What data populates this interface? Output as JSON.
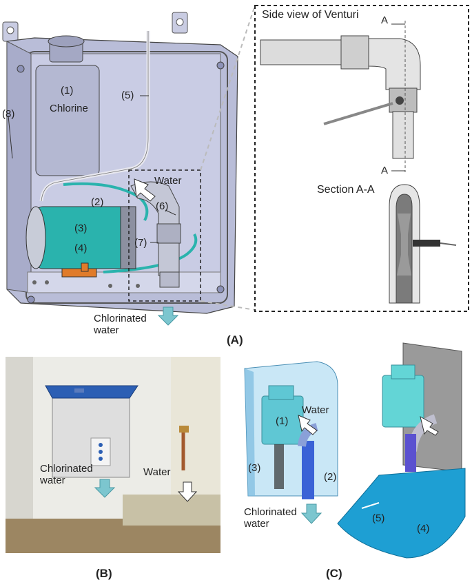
{
  "panels": {
    "a": {
      "letter": "(A)",
      "labels": {
        "chlorine_num": "(1)",
        "chlorine": "Chlorine",
        "tube": "(2)",
        "cylinder": "(3)",
        "valve": "(4)",
        "inlet_tube": "(5)",
        "venturi": "(6)",
        "fitting": "(7)",
        "bracket": "(8)",
        "water": "Water",
        "chlorinated_water": "Chlorinated water"
      },
      "inset": {
        "side_view_title": "Side view of Venturi",
        "section_mark_top": "A",
        "section_mark_bottom": "A",
        "section_title": "Section A-A"
      }
    },
    "b": {
      "letter": "(B)",
      "labels": {
        "chlorinated_water": "Chlorinated water",
        "water": "Water"
      }
    },
    "c": {
      "letter": "(C)",
      "labels": {
        "tank": "(1)",
        "water": "Water",
        "tube": "(2)",
        "pipe": "(3)",
        "chlorinated_water": "Chlorinated water",
        "slot": "(5)",
        "tray": "(4)"
      }
    }
  },
  "colors": {
    "housing": "#b9bdd8",
    "housing_dark": "#8d92b7",
    "teal": "#2ab3ad",
    "blue_arrow": "#7cc6cf",
    "cover_blue": "#2c5fb4",
    "tray_blue": "#1e9fd3",
    "tank_teal": "#63d5d6"
  }
}
